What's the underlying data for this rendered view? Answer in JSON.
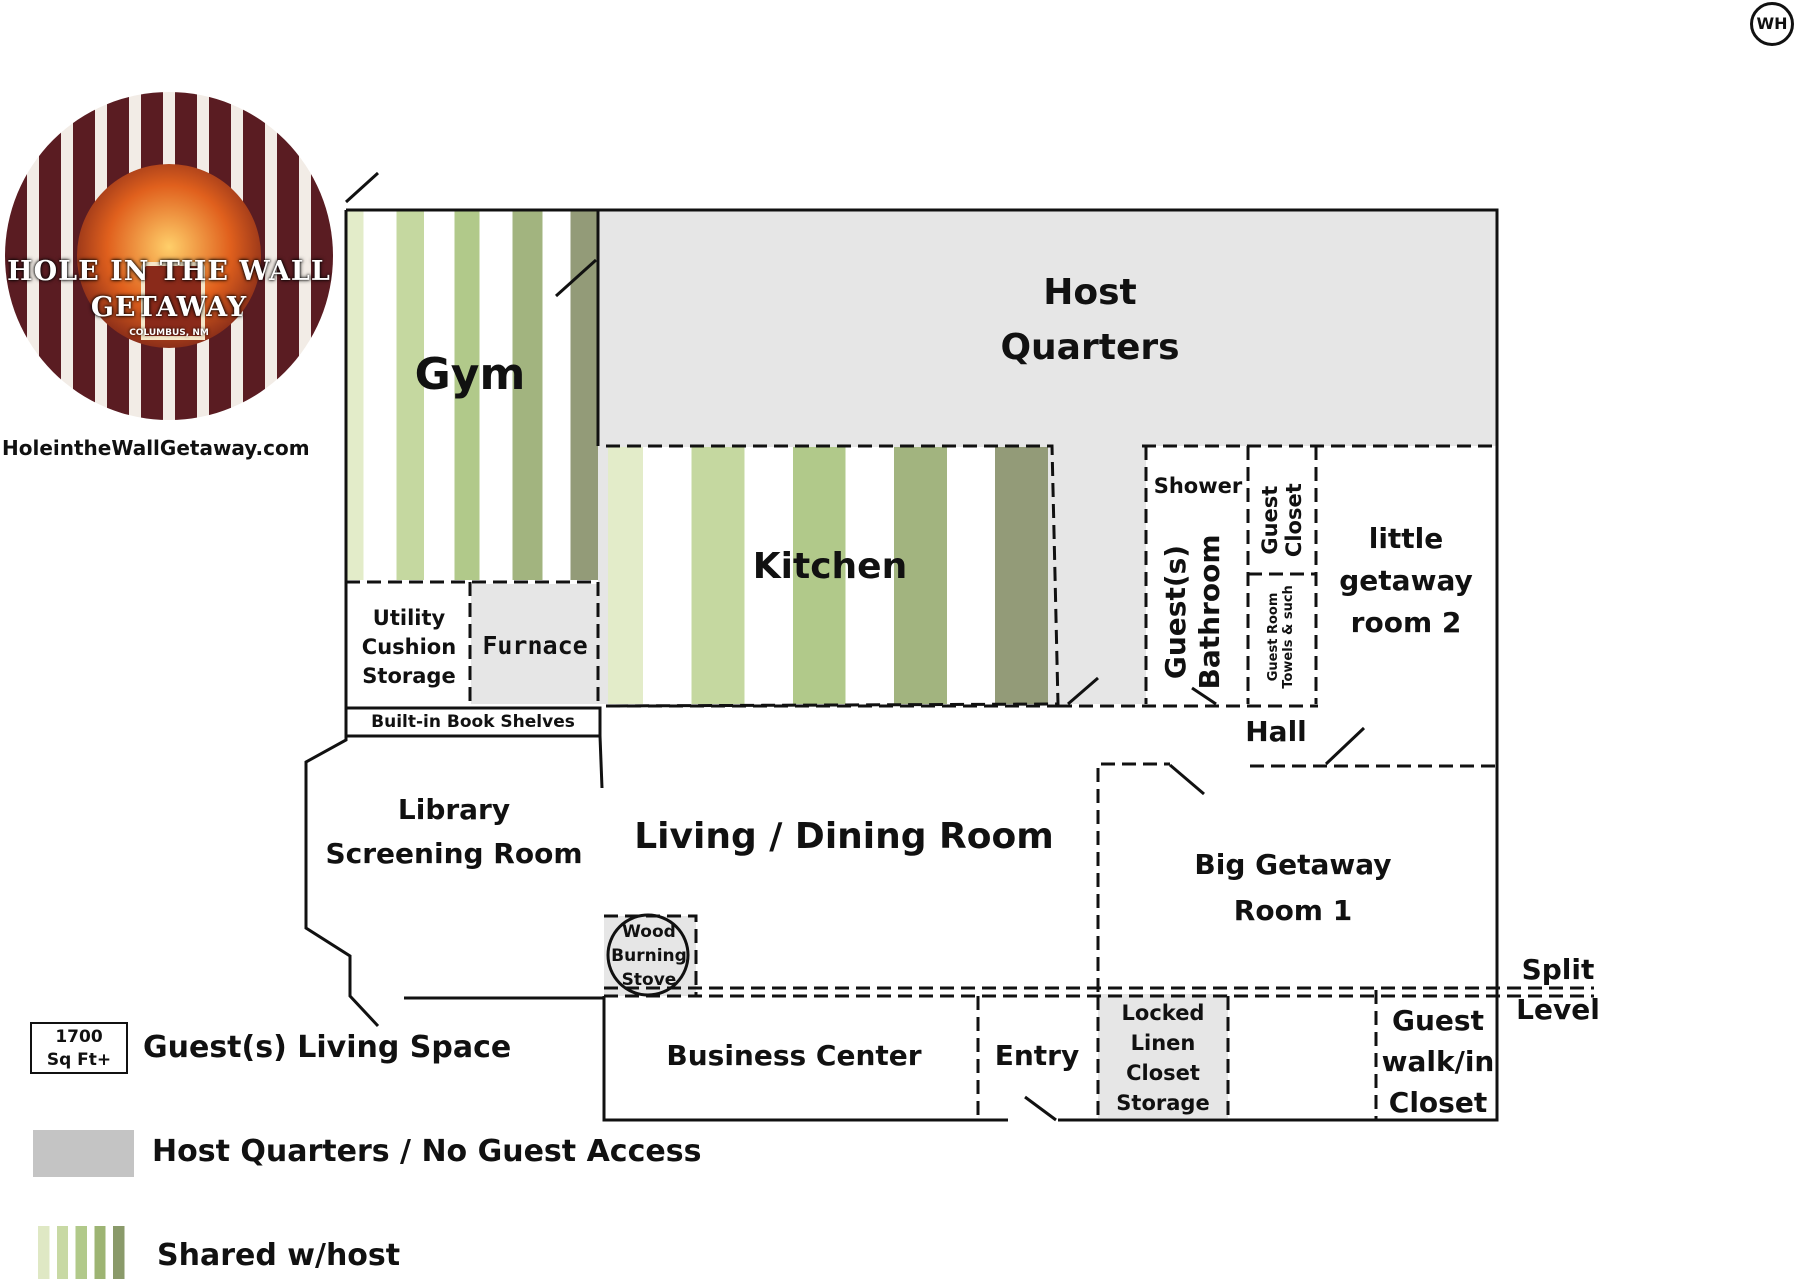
{
  "branding": {
    "logo_line1": "HOLE IN THE WALL",
    "logo_line2": "GETAWAY",
    "logo_line3": "COLUMBUS, NM",
    "website": "HoleintheWallGetaway.com",
    "corner_mark": "WH"
  },
  "rooms": {
    "host_quarters_1": "Host",
    "host_quarters_2": "Quarters",
    "gym": "Gym",
    "kitchen": "Kitchen",
    "utility_1": "Utility",
    "utility_2": "Cushion",
    "utility_3": "Storage",
    "furnace": "Furnace",
    "book_shelves": "Built-in Book Shelves",
    "shower": "Shower",
    "guest_closet_1": "Guest",
    "guest_closet_2": "Closet",
    "guest_bathroom_1": "Guest(s)",
    "guest_bathroom_2": "Bathroom",
    "towels_1": "Guest Room",
    "towels_2": "Towels & such",
    "little_room_1": "little",
    "little_room_2": "getaway",
    "little_room_3": "room 2",
    "hall": "Hall",
    "library_1": "Library",
    "library_2": "Screening Room",
    "living_dining": "Living / Dining Room",
    "big_room_1": "Big Getaway",
    "big_room_2": "Room 1",
    "stove_1": "Wood",
    "stove_2": "Burning",
    "stove_3": "Stove",
    "split_1": "Split",
    "split_2": "Level",
    "business_center": "Business Center",
    "entry": "Entry",
    "linen_1": "Locked",
    "linen_2": "Linen",
    "linen_3": "Closet",
    "linen_4": "Storage",
    "walkin_1": "Guest",
    "walkin_2": "walk/in",
    "walkin_3": "Closet"
  },
  "legend": {
    "sqft_1": "1700",
    "sqft_2": "Sq Ft+",
    "guest_space": "Guest(s) Living Space",
    "host_only": "Host Quarters / No Guest Access",
    "shared": "Shared w/host"
  },
  "colors": {
    "host_gray": "#e6e6e6",
    "legend_gray": "#c4c4c4",
    "stripe_green_1": "#dfe8c4",
    "stripe_green_2": "#c8d9a4",
    "stripe_green_3": "#b1c98a",
    "stripe_green_4": "#9db473",
    "stripe_green_5": "#8a9a6a",
    "line": "#111111"
  }
}
